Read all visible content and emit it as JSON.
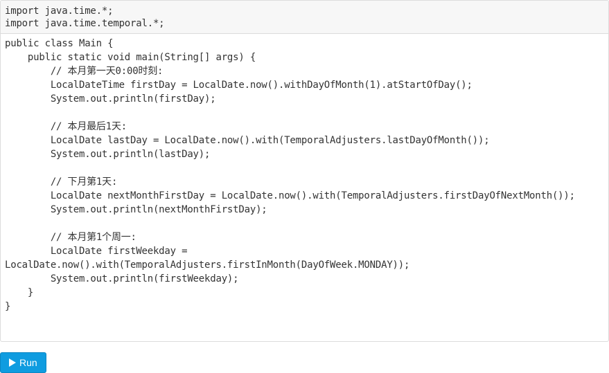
{
  "editor": {
    "imports": [
      "import java.time.*;",
      "import java.time.temporal.*;"
    ],
    "lines": [
      "public class Main {",
      "    public static void main(String[] args) {",
      "        // 本月第一天0:00时刻:",
      "        LocalDateTime firstDay = LocalDate.now().withDayOfMonth(1).atStartOfDay();",
      "        System.out.println(firstDay);",
      "",
      "        // 本月最后1天:",
      "        LocalDate lastDay = LocalDate.now().with(TemporalAdjusters.lastDayOfMonth());",
      "        System.out.println(lastDay);",
      "",
      "        // 下月第1天:",
      "        LocalDate nextMonthFirstDay = LocalDate.now().with(TemporalAdjusters.firstDayOfNextMonth());",
      "        System.out.println(nextMonthFirstDay);",
      "",
      "        // 本月第1个周一:",
      "        LocalDate firstWeekday =",
      "LocalDate.now().with(TemporalAdjusters.firstInMonth(DayOfWeek.MONDAY));",
      "        System.out.println(firstWeekday);",
      "    }",
      "}"
    ]
  },
  "run_button": {
    "label": "Run",
    "icon": "play-icon",
    "color": "#0f9ce0"
  }
}
